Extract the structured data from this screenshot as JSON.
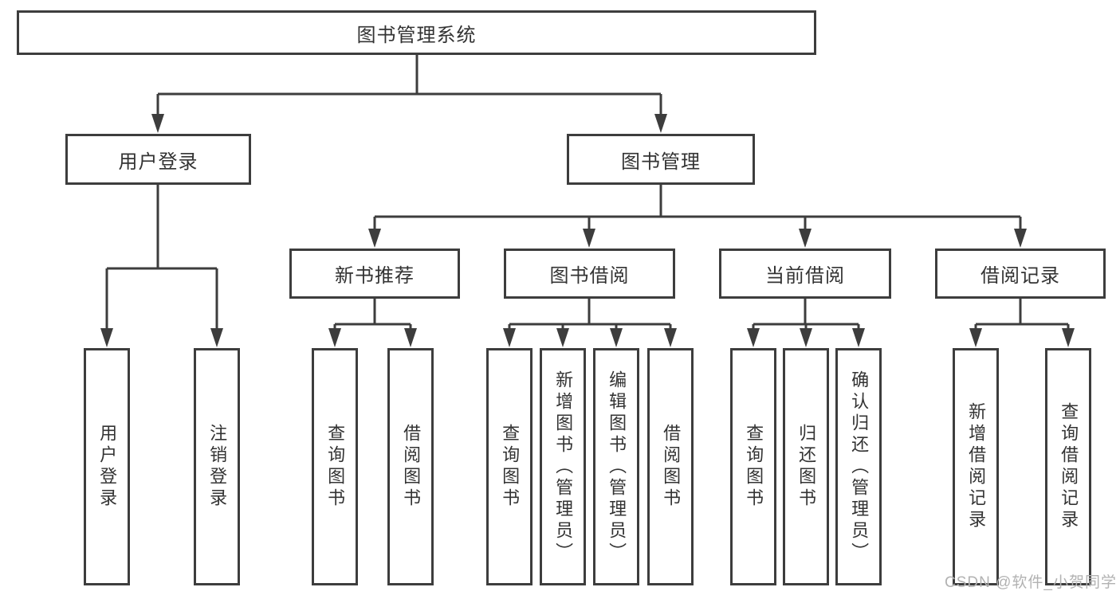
{
  "diagram": {
    "root": {
      "label": "图书管理系统"
    },
    "branches": [
      {
        "label": "用户登录",
        "children": [
          {
            "label": "用户登录"
          },
          {
            "label": "注销登录"
          }
        ]
      },
      {
        "label": "图书管理",
        "children": [
          {
            "label": "新书推荐",
            "children": [
              {
                "label": "查询图书"
              },
              {
                "label": "借阅图书"
              }
            ]
          },
          {
            "label": "图书借阅",
            "children": [
              {
                "label": "查询图书"
              },
              {
                "label": "新增图书（管理员）"
              },
              {
                "label": "编辑图书（管理员）"
              },
              {
                "label": "借阅图书"
              }
            ]
          },
          {
            "label": "当前借阅",
            "children": [
              {
                "label": "查询图书"
              },
              {
                "label": "归还图书"
              },
              {
                "label": "确认归还（管理员）"
              }
            ]
          },
          {
            "label": "借阅记录",
            "children": [
              {
                "label": "新增借阅记录"
              },
              {
                "label": "查询借阅记录"
              }
            ]
          }
        ]
      }
    ]
  },
  "watermark": {
    "text": "CSDN @软件_小贺同学"
  },
  "colors": {
    "line": "#3d3d3d",
    "text": "#333333",
    "watermark": "#b2b2b2",
    "background": "#ffffff"
  }
}
